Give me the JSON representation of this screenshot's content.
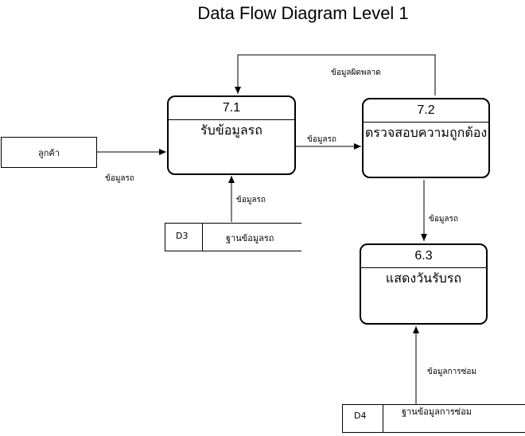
{
  "title": "Data Flow Diagram Level 1",
  "processes": {
    "p71": {
      "id": "7.1",
      "name": "รับข้อมูลรถ"
    },
    "p72": {
      "id": "7.2",
      "name": "ตรวจสอบความถูกต้อง"
    },
    "p63": {
      "id": "6.3",
      "name": "แสดงวันรับรถ"
    }
  },
  "entity": {
    "name": "ลูกค้า"
  },
  "stores": {
    "d3": {
      "id": "D3",
      "name": "ฐานข้อมูลรถ"
    },
    "d4": {
      "id": "D4",
      "name": "ฐานข้อมูลการซ่อม"
    }
  },
  "flows": {
    "customer_to_71": "ข้อมูลรถ",
    "d3_to_71": "ข้อมูลรถ",
    "p71_to_72": "ข้อมูลรถ",
    "p72_to_71_error": "ข้อมูลผิดพลาด",
    "p72_to_63": "ข้อมูลรถ",
    "d4_to_63": "ข้อมูลการซ่อม"
  }
}
